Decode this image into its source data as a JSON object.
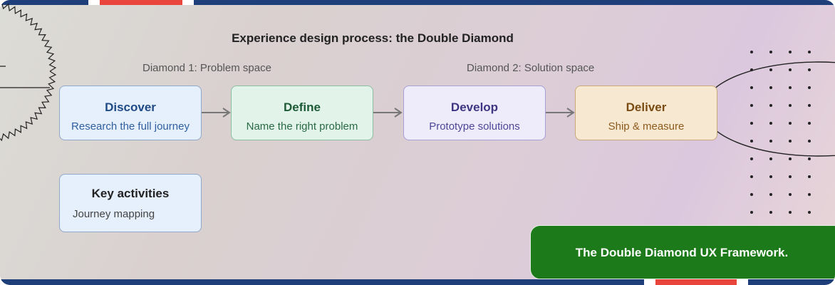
{
  "title": "Experience design process: the Double Diamond",
  "phases": {
    "p1": "Diamond 1: Problem space",
    "p2": "Diamond 2: Solution space"
  },
  "stages": [
    {
      "title": "Discover",
      "subtitle": "Research the full journey",
      "color": "#1f4a86"
    },
    {
      "title": "Define",
      "subtitle": "Name the right problem",
      "color": "#1d5b37"
    },
    {
      "title": "Develop",
      "subtitle": "Prototype solutions",
      "color": "#3e3683"
    },
    {
      "title": "Deliver",
      "subtitle": "Ship & measure",
      "color": "#7a4b12"
    }
  ],
  "key_activities": {
    "title": "Key activities",
    "item": "Journey mapping"
  },
  "caption": "The Double Diamond UX Framework.",
  "colors": {
    "brand_navy": "#1e3f7a",
    "brand_red": "#e9453d",
    "caption_green": "#1c7a1a"
  }
}
